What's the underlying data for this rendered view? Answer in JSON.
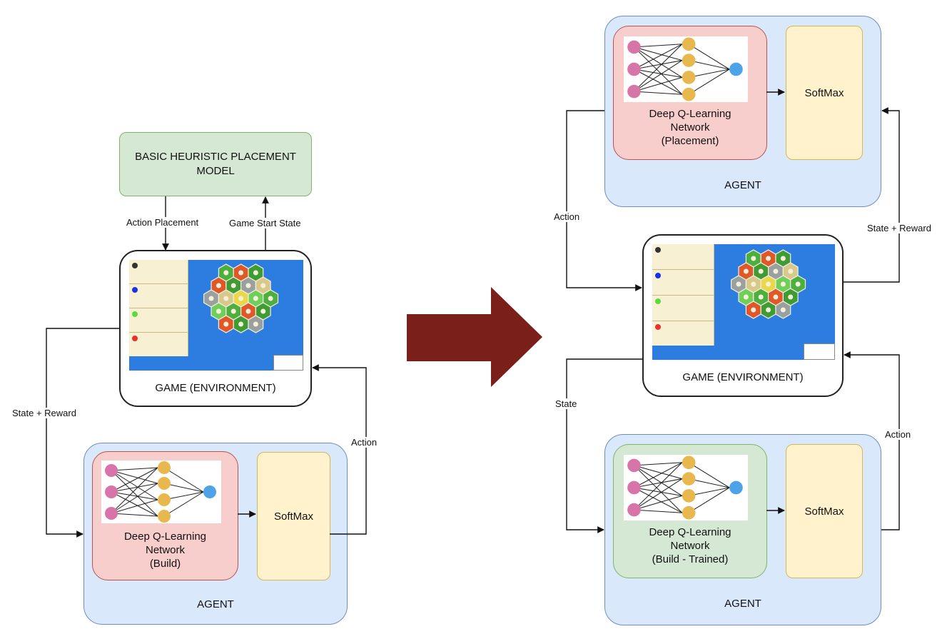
{
  "left": {
    "heuristic_label": "BASIC HEURISTIC PLACEMENT MODEL",
    "game_label": "GAME (ENVIRONMENT)",
    "agent_label": "AGENT",
    "dqn_lines": [
      "Deep Q-Learning",
      "Network",
      "(Build)"
    ],
    "softmax_label": "SoftMax",
    "edges": {
      "action_placement": "Action Placement",
      "game_start_state": "Game Start State",
      "state_reward": "State + Reward",
      "action": "Action"
    }
  },
  "right": {
    "top_agent_label": "AGENT",
    "top_dqn_lines": [
      "Deep Q-Learning",
      "Network",
      "(Placement)"
    ],
    "top_softmax_label": "SoftMax",
    "game_label": "GAME (ENVIRONMENT)",
    "bottom_agent_label": "AGENT",
    "bottom_dqn_lines": [
      "Deep Q-Learning",
      "Network",
      "(Build - Trained)"
    ],
    "bottom_softmax_label": "SoftMax",
    "edges": {
      "action_top": "Action",
      "state_reward": "State + Reward",
      "state": "State",
      "action_bottom": "Action"
    }
  },
  "colors": {
    "agent_fill": "#dae8fc",
    "dqn_red_fill": "#f8cecc",
    "dqn_green_fill": "#d5e8d4",
    "softmax_fill": "#fff2cc",
    "transition_arrow": "#7b1f1a",
    "input_node": "#d775a9",
    "hidden_node": "#e8b84f",
    "output_node": "#4da3e8"
  },
  "icons": {
    "transition": "big-right-arrow-icon",
    "network": "neural-network-icon",
    "game_screen": "catan-board-screenshot"
  }
}
